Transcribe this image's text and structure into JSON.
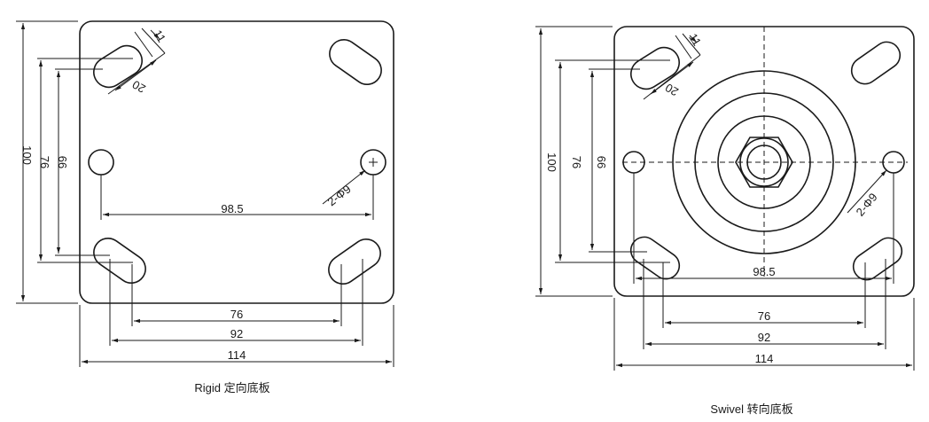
{
  "rigid": {
    "caption": "Rigid 定向底板",
    "dim_100": "100",
    "dim_76v": "76",
    "dim_66": "66",
    "slot_w": "11",
    "slot_l": "20",
    "hole": "2-Φ9",
    "dim_98_5": "98.5",
    "dim_76h": "76",
    "dim_92": "92",
    "dim_114": "114"
  },
  "swivel": {
    "caption": "Swivel 转向底板",
    "dim_100": "100",
    "dim_76v": "76",
    "dim_66": "66",
    "slot_w": "11",
    "slot_l": "20",
    "hole": "2-Φ9",
    "dim_98_5": "98.5",
    "dim_76h": "76",
    "dim_92": "92",
    "dim_114": "114"
  }
}
